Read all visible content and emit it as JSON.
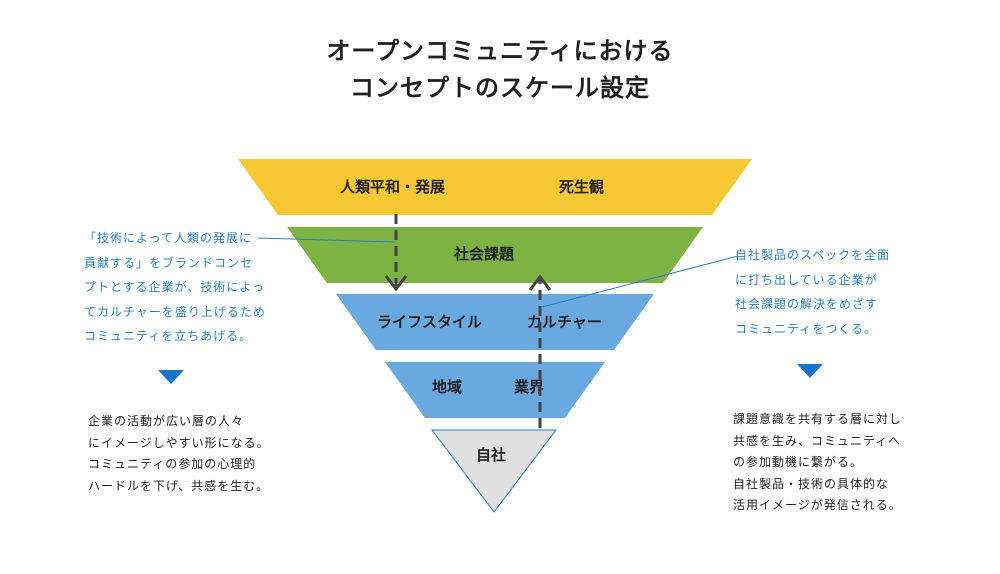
{
  "title": {
    "line1": "オープンコミュニティにおける",
    "line2": "コンセプトのスケール設定"
  },
  "tiers": {
    "t1": {
      "left": "人類平和・発展",
      "right": "死生観",
      "color": "#f6c832"
    },
    "t2": {
      "label": "社会課題",
      "color": "#7cb342"
    },
    "t3": {
      "left": "ライフスタイル",
      "right": "カルチャー",
      "color": "#6aa9e0"
    },
    "t4": {
      "left": "地域",
      "right": "業界",
      "color": "#6aa9e0"
    },
    "t5": {
      "label": "自社",
      "color": "#e0e0e0"
    }
  },
  "left_note": {
    "lines": [
      "「技術によって人類の発展に",
      "貢献する」をブランドコンセ",
      "プトとする企業が、技術によっ",
      "てカルチャーを盛り上げるため",
      "コミュニティを立ちあげる。"
    ]
  },
  "right_note": {
    "lines": [
      "自社製品のスペックを全面",
      "に打ち出している企業が",
      "社会課題の解決をめざす",
      "コミュニティをつくる。"
    ]
  },
  "left_result": {
    "lines": [
      "企業の活動が広い層の人々",
      "にイメージしやすい形になる。",
      "コミュニティの参加の心理的",
      "ハードルを下げ、共感を生む。"
    ]
  },
  "right_result": {
    "lines": [
      "課題意識を共有する層に対し",
      "共感を生み、コミュニティへ",
      "の参加動機に繋がる。",
      "自社製品・技術の具体的な",
      "活用イメージが発信される。"
    ]
  },
  "colors": {
    "accent_blue": "#1a73c8",
    "note_blue": "#2a7fc0",
    "arrow": "#444444"
  }
}
